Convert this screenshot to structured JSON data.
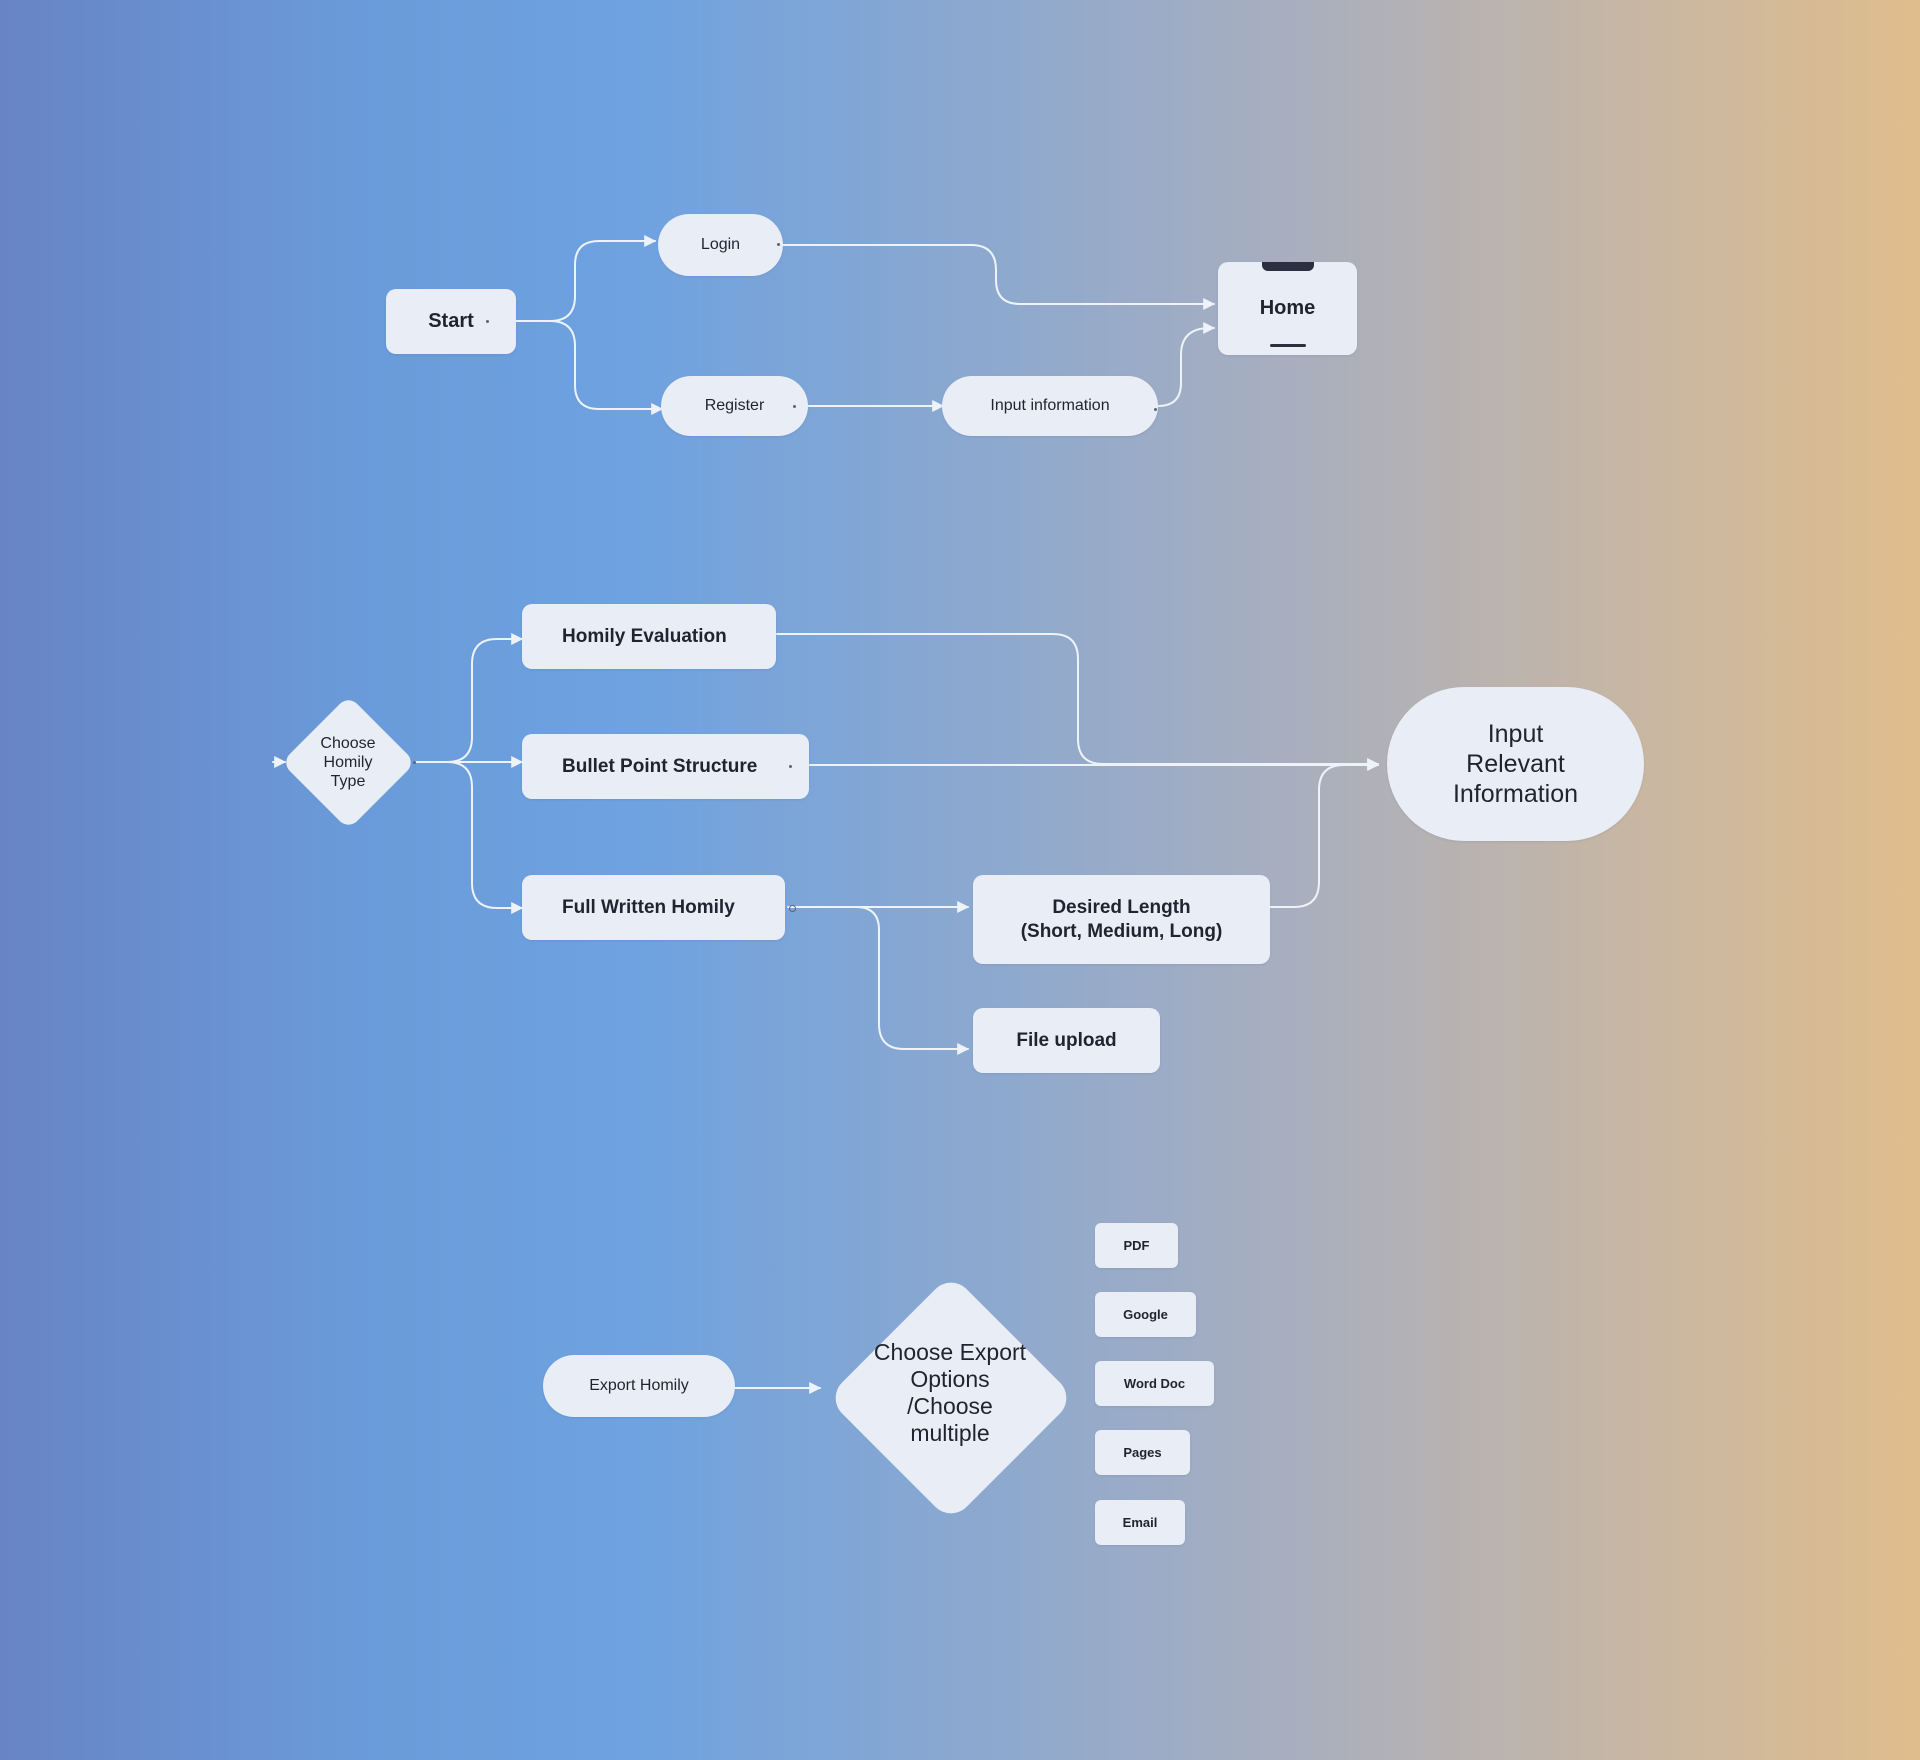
{
  "flow_auth": {
    "start": "Start",
    "login": "Login",
    "register": "Register",
    "input_information": "Input information",
    "home": "Home"
  },
  "flow_homily": {
    "choose_type": "Choose\nHomily\nType",
    "homily_evaluation": "Homily Evaluation",
    "bullet_point_structure": "Bullet Point Structure",
    "full_written_homily": "Full Written Homily",
    "desired_length": "Desired Length\n(Short, Medium, Long)",
    "file_upload": "File upload",
    "input_relevant_information": "Input\nRelevant\nInformation"
  },
  "flow_export": {
    "export_homily": "Export Homily",
    "choose_export": "Choose Export\nOptions\n/Choose\nmultiple",
    "options": [
      "PDF",
      "Google",
      "Word Doc",
      "Pages",
      "Email"
    ]
  },
  "colors": {
    "node_fill": "#e8edf6",
    "connector": "#eef2f9",
    "text": "#1f2530"
  }
}
